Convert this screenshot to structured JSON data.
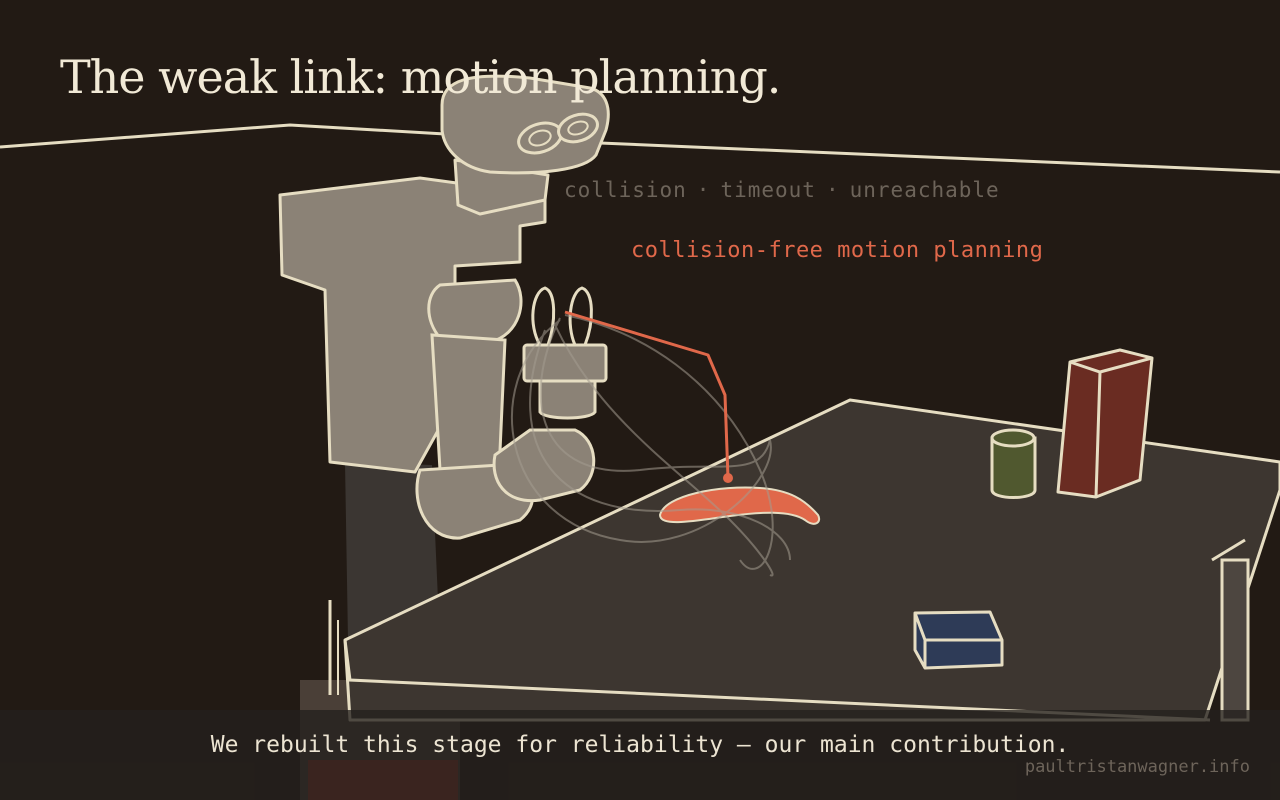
{
  "slide": {
    "title": "The weak link: motion planning.",
    "failure_modes": [
      "collision",
      "timeout",
      "unreachable"
    ],
    "failure_separator": "·",
    "highlight_label": "collision-free motion planning",
    "caption": "We rebuilt this stage for reliability — our main contribution.",
    "site_credit": "paultristanwagner.info"
  },
  "colors": {
    "background": "#221a14",
    "line": "#e6ddc2",
    "highlight": "#e0684a",
    "muted_text": "#6d645a"
  },
  "scene": {
    "robot": "robot-illustration",
    "objects": [
      "banana",
      "green-can",
      "red-box",
      "blue-box"
    ]
  }
}
